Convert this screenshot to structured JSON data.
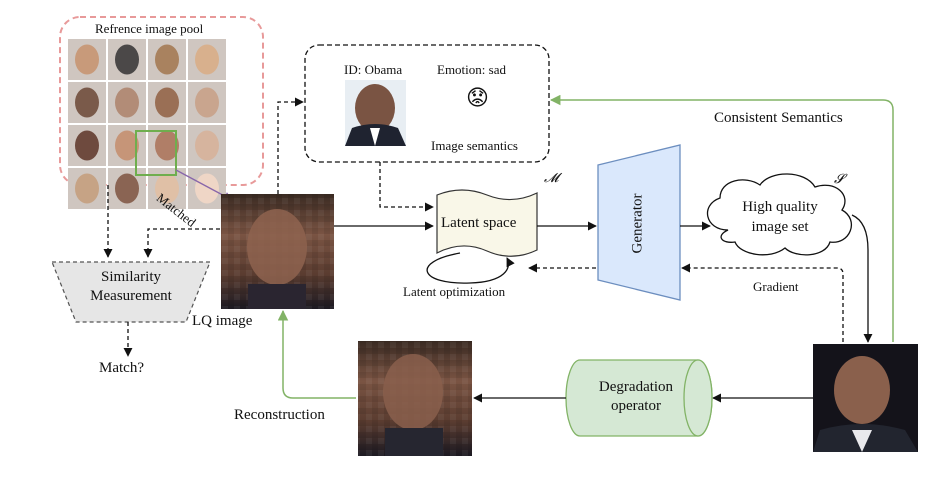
{
  "pool": {
    "title": "Refrence image pool",
    "matched": "Matched",
    "tile_colors": [
      "#c89a7a",
      "#4b4848",
      "#a9825f",
      "#d8b08d",
      "#7a5a4a",
      "#b28c77",
      "#9a6f55",
      "#c9a58e",
      "#6e4a3e",
      "#c69578",
      "#b07e67",
      "#d6b49e",
      "#c6a385",
      "#8a6453",
      "#e0c0a6",
      "#efd6c6"
    ]
  },
  "semantics": {
    "id_label": "ID: Obama",
    "emotion_label": "Emotion: sad",
    "caption": "Image semantics",
    "emoji": "😟"
  },
  "similarity": {
    "line1": "Similarity",
    "line2": "Measurement",
    "output": "Match?"
  },
  "lq_image_label": "LQ image",
  "latent": {
    "label": "Latent space",
    "symbol": "𝓜",
    "optimization": "Latent optimization"
  },
  "generator": {
    "label": "Generator"
  },
  "hq_set": {
    "line1": "High quality",
    "line2": "image set",
    "symbol": "𝓢"
  },
  "consistent_semantics": "Consistent Semantics",
  "gradient": "Gradient",
  "degradation": {
    "line1": "Degradation",
    "line2": "operator"
  },
  "reconstruction": "Reconstruction",
  "colors": {
    "pool_border": "#e89a9a",
    "green_arrow": "#82b366",
    "generator_fill": "#dae8fc",
    "generator_stroke": "#6c8ebf",
    "latent_fill": "#f9f7e8",
    "degradation_fill": "#d5e8d4",
    "degradation_stroke": "#82b366",
    "similarity_fill": "#e6e6e6",
    "matched_arrow": "#8866aa"
  }
}
